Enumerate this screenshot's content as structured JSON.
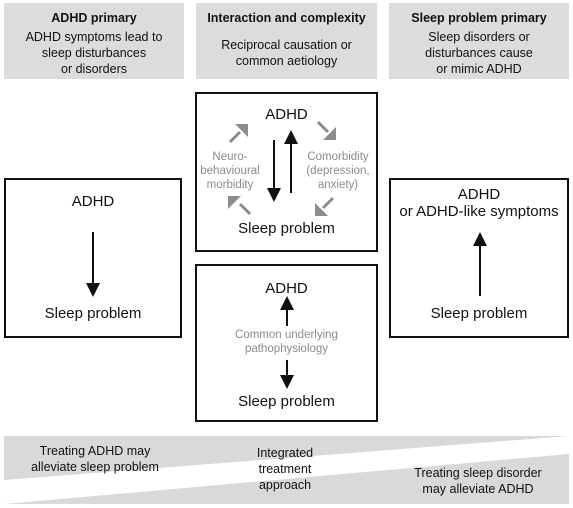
{
  "columns": {
    "adhd_primary": {
      "title": "ADHD primary",
      "lines": [
        "ADHD symptoms lead to",
        "sleep disturbances",
        "or disorders"
      ],
      "box_top": "ADHD",
      "box_bottom": "Sleep problem"
    },
    "interaction": {
      "title": "Interaction and complexity",
      "lines": [
        "Reciprocal causation or",
        "common aetiology"
      ],
      "top_box": {
        "top": "ADHD",
        "bottom": "Sleep problem",
        "left_lines": [
          "Neuro-",
          "behavioural",
          "morbidity"
        ],
        "right_lines": [
          "Comorbidity",
          "(depression,",
          "anxiety)"
        ]
      },
      "bottom_box": {
        "top": "ADHD",
        "middle_lines": [
          "Common underlying",
          "pathophysiology"
        ],
        "bottom": "Sleep problem"
      }
    },
    "sleep_primary": {
      "title": "Sleep problem primary",
      "lines": [
        "Sleep disorders or",
        "disturbances cause",
        "or mimic ADHD"
      ],
      "box_top_lines": [
        "ADHD",
        "or ADHD-like symptoms"
      ],
      "box_bottom": "Sleep problem"
    }
  },
  "footer": {
    "left_lines": [
      "Treating ADHD may",
      "alleviate sleep problem"
    ],
    "center_lines": [
      "Integrated",
      "treatment",
      "approach"
    ],
    "right_lines": [
      "Treating sleep disorder",
      "may alleviate ADHD"
    ]
  },
  "colors": {
    "header_bg": "#dcdcdc",
    "footer_bg": "#d9d9d9",
    "gray_arrow": "#8c8c8c",
    "black": "#111111"
  }
}
